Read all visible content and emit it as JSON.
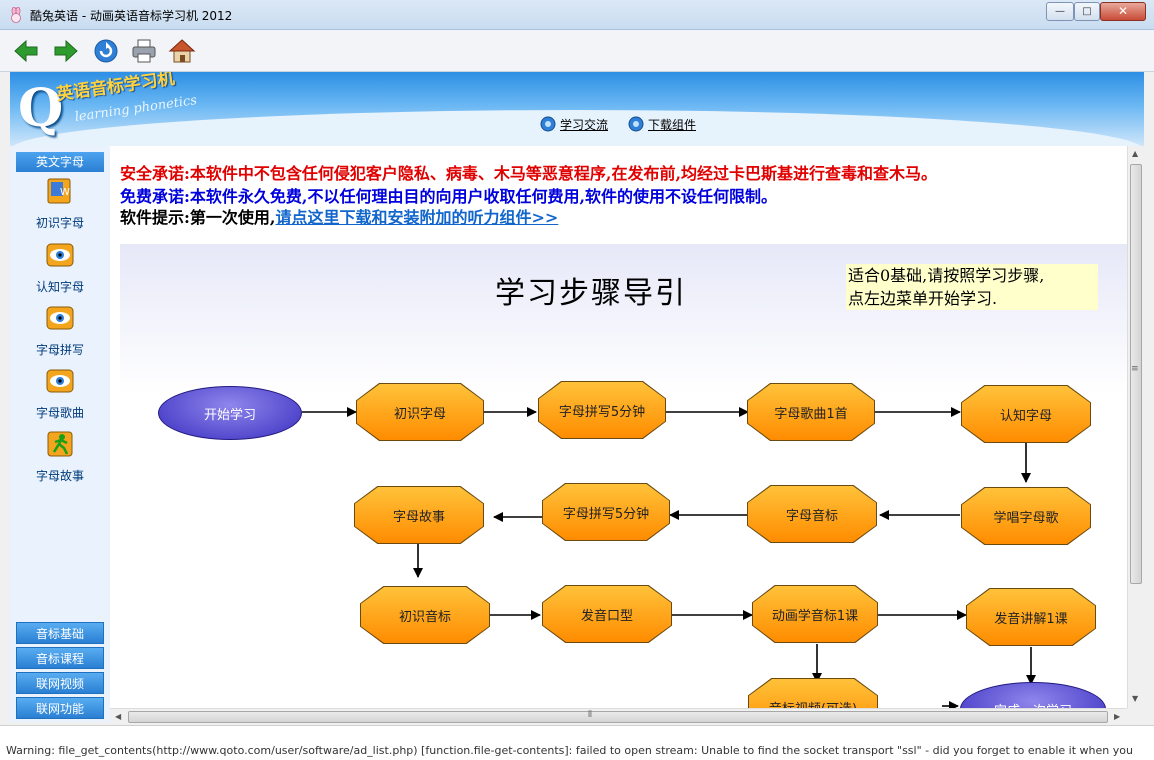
{
  "window": {
    "title": "酷兔英语 - 动画英语音标学习机 2012",
    "minimize": "—",
    "maximize": "□",
    "close": "✕"
  },
  "toolbar": {
    "icons": [
      "back-arrow-icon",
      "forward-arrow-icon",
      "refresh-icon",
      "print-icon",
      "home-icon"
    ]
  },
  "banner": {
    "logo_letter": "Q",
    "logo_cn": "英语音标学习机",
    "logo_en": "learning phonetics",
    "links": [
      {
        "label": "学习交流",
        "icon": "gear-icon"
      },
      {
        "label": "下载组件",
        "icon": "gear-icon"
      }
    ]
  },
  "sidebar": {
    "header": "英文字母",
    "items": [
      {
        "label": "初识字母",
        "icon": "letter-box-icon"
      },
      {
        "label": "认知字母",
        "icon": "eye-box-icon"
      },
      {
        "label": "字母拼写",
        "icon": "eye-box-icon"
      },
      {
        "label": "字母歌曲",
        "icon": "eye-box-icon"
      },
      {
        "label": "字母故事",
        "icon": "running-man-icon"
      }
    ],
    "bottom_buttons": [
      "音标基础",
      "音标课程",
      "联网视频",
      "联网功能"
    ]
  },
  "content": {
    "safety_notice": "安全承诺:本软件中不包含任何侵犯客户隐私、病毒、木马等恶意程序,在发布前,均经过卡巴斯基进行查毒和查木马。",
    "free_notice": "免费承诺:本软件永久免费,不以任何理由目的向用户收取任何费用,软件的使用不设任何限制。",
    "tip_prefix": "软件提示:第一次使用,",
    "tip_link": "请点这里下载和安装附加的听力组件>>",
    "flow": {
      "title": "学习步骤导引",
      "note_line1": "适合0基础,请按照学习步骤,",
      "note_line2": "点左边菜单开始学习.",
      "start": "开始学习",
      "end": "完成一次学习",
      "row1": [
        "初识字母",
        "字母拼写5分钟",
        "字母歌曲1首",
        "认知字母"
      ],
      "row2": [
        "字母故事",
        "字母拼写5分钟",
        "字母音标",
        "学唱字母歌"
      ],
      "row3": [
        "初识音标",
        "发音口型",
        "动画学音标1课",
        "发音讲解1课"
      ],
      "row4": [
        "音标视频(可选)"
      ]
    }
  },
  "status": {
    "text": "Warning: file_get_contents(http://www.qoto.com/user/software/ad_list.php) [function.file-get-contents]: failed to open stream: Unable to find the socket transport \"ssl\" - did you forget to enable it when you"
  },
  "colors": {
    "node_orange": "#ff9d12",
    "ellipse_blue": "#4a40d0",
    "safety_red": "#e00000",
    "free_blue": "#0000dd",
    "link_blue": "#1166cc"
  }
}
